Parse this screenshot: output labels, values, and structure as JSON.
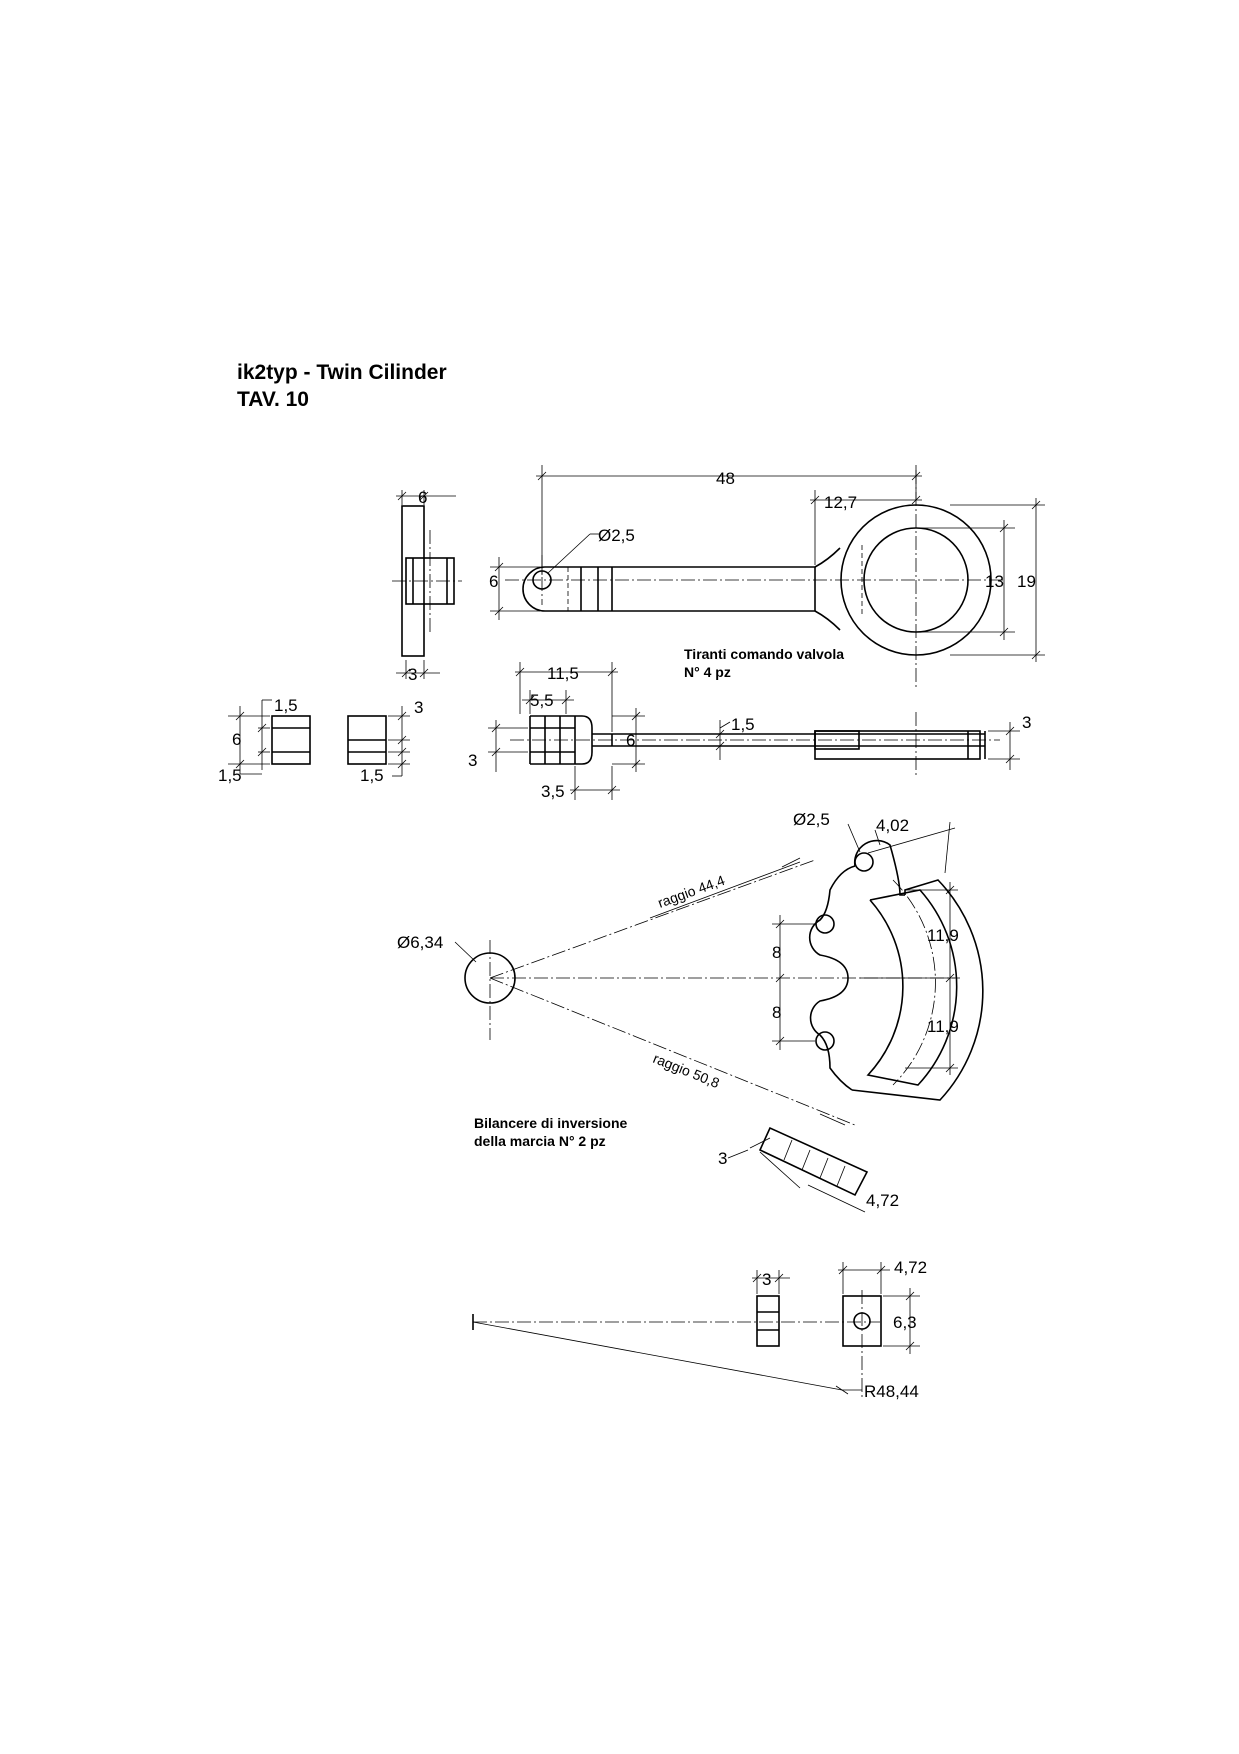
{
  "title": {
    "line1": "ik2typ - Twin Cilinder",
    "line2": "TAV. 10"
  },
  "notes": {
    "tiranti_line1": "Tiranti comando valvola",
    "tiranti_line2": "N° 4 pz",
    "bilancere_line1": "Bilancere di inversione",
    "bilancere_line2": "della marcia  N° 2 pz"
  },
  "dims": {
    "d6_top": "6",
    "d3_bottom": "3",
    "d48": "48",
    "d12_7": "12,7",
    "dia2_5_a": "Ø2,5",
    "d6_rod": "6",
    "d13": "13",
    "d19": "19",
    "d1_5_a": "1,5",
    "d6_left": "6",
    "d1_5_b": "1,5",
    "d3_mid": "3",
    "d1_5_c": "1,5",
    "d11_5": "11,5",
    "d5_5": "5,5",
    "d3_fork": "3",
    "d6_fork": "6",
    "d1_5_d": "1,5",
    "d3_5": "3,5",
    "d3_right": "3",
    "dia2_5_b": "Ø2,5",
    "d4_02": "4,02",
    "dia6_34": "Ø6,34",
    "raggio44": "raggio 44,4",
    "d11_9_a": "11,9",
    "d8_a": "8",
    "d8_b": "8",
    "d11_9_b": "11,9",
    "raggio50": "raggio 50,8",
    "d3_section": "3",
    "d4_72_a": "4,72",
    "d3_block": "3",
    "d4_72_b": "4,72",
    "d6_3": "6,3",
    "r48_44": "R48,44"
  }
}
